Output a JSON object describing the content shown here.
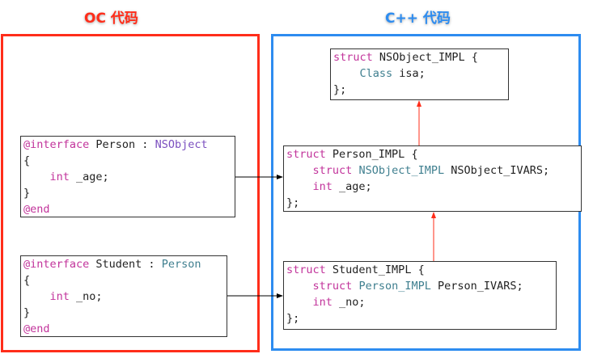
{
  "titles": {
    "oc": "OC 代码",
    "cpp": "C++ 代码"
  },
  "colors": {
    "oc_frame": "#ff2d1a",
    "cpp_frame": "#2d8cf0",
    "keyword": "#c2349b",
    "class": "#7b4fbf",
    "type": "#3f7f8f",
    "oc_arrow": "#000000",
    "inherit_arrow": "#ff2d1a"
  },
  "blocks": {
    "person_oc": [
      [
        {
          "t": "@interface",
          "k": "k"
        },
        {
          "t": " Person : "
        },
        {
          "t": "NSObject",
          "k": "c"
        }
      ],
      [
        {
          "t": "{"
        }
      ],
      [
        {
          "t": "    "
        },
        {
          "t": "int",
          "k": "k"
        },
        {
          "t": " _age;"
        }
      ],
      [
        {
          "t": "}"
        }
      ],
      [
        {
          "t": "@end",
          "k": "k"
        }
      ]
    ],
    "student_oc": [
      [
        {
          "t": "@interface",
          "k": "k"
        },
        {
          "t": " Student : "
        },
        {
          "t": "Person",
          "k": "t"
        }
      ],
      [
        {
          "t": "{"
        }
      ],
      [
        {
          "t": "    "
        },
        {
          "t": "int",
          "k": "k"
        },
        {
          "t": " _no;"
        }
      ],
      [
        {
          "t": "}"
        }
      ],
      [
        {
          "t": "@end",
          "k": "k"
        }
      ]
    ],
    "nsobject_impl": [
      [
        {
          "t": "struct",
          "k": "k"
        },
        {
          "t": " NSObject_IMPL {"
        }
      ],
      [
        {
          "t": "    "
        },
        {
          "t": "Class",
          "k": "t"
        },
        {
          "t": " isa;"
        }
      ],
      [
        {
          "t": "};"
        }
      ]
    ],
    "person_impl": [
      [
        {
          "t": "struct",
          "k": "k"
        },
        {
          "t": " Person_IMPL {"
        }
      ],
      [
        {
          "t": "    "
        },
        {
          "t": "struct",
          "k": "k"
        },
        {
          "t": " "
        },
        {
          "t": "NSObject_IMPL",
          "k": "t"
        },
        {
          "t": " NSObject_IVARS;"
        }
      ],
      [
        {
          "t": "    "
        },
        {
          "t": "int",
          "k": "k"
        },
        {
          "t": " _age;"
        }
      ],
      [
        {
          "t": "};"
        }
      ]
    ],
    "student_impl": [
      [
        {
          "t": "struct",
          "k": "k"
        },
        {
          "t": " Student_IMPL {"
        }
      ],
      [
        {
          "t": "    "
        },
        {
          "t": "struct",
          "k": "k"
        },
        {
          "t": " "
        },
        {
          "t": "Person_IMPL",
          "k": "t"
        },
        {
          "t": " Person_IVARS;"
        }
      ],
      [
        {
          "t": "    "
        },
        {
          "t": "int",
          "k": "k"
        },
        {
          "t": " _no;"
        }
      ],
      [
        {
          "t": "};"
        }
      ]
    ]
  }
}
